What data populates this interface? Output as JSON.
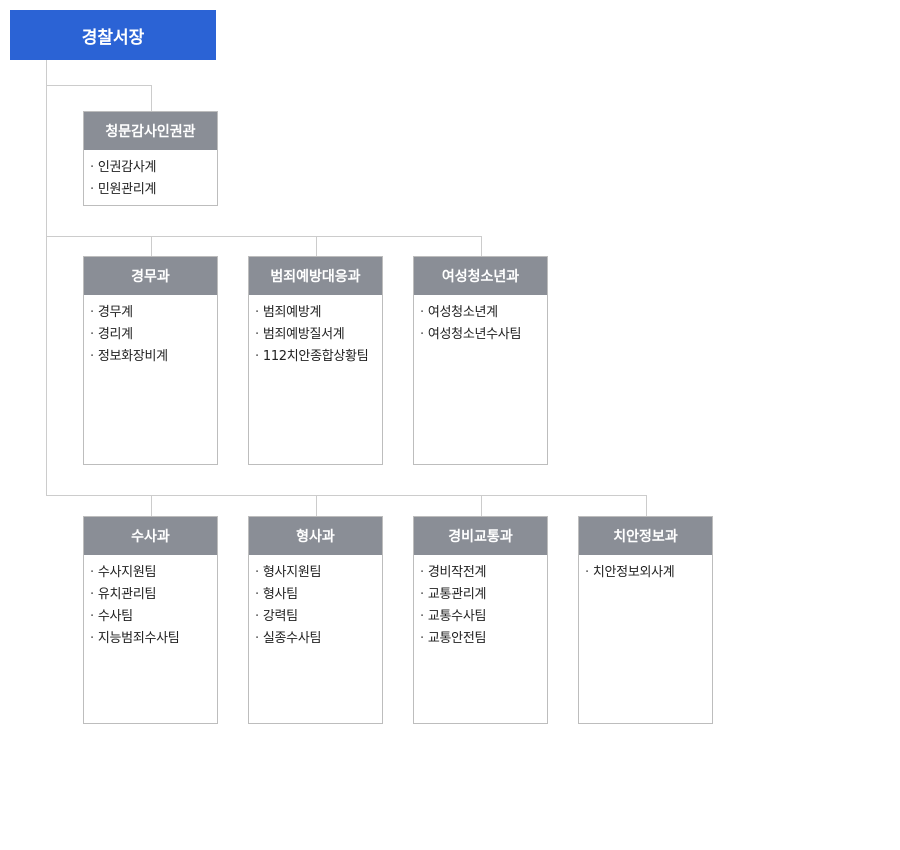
{
  "chief": {
    "title": "경찰서장"
  },
  "bullet": "·",
  "rows": [
    {
      "departments": [
        {
          "name": "청문감사인권관",
          "units": [
            "인권감사계",
            "민원관리계"
          ]
        }
      ]
    },
    {
      "departments": [
        {
          "name": "경무과",
          "units": [
            "경무계",
            "경리계",
            "정보화장비계"
          ]
        },
        {
          "name": "범죄예방대응과",
          "units": [
            "범죄예방계",
            "범죄예방질서계",
            "112치안종합상황팀"
          ]
        },
        {
          "name": "여성청소년과",
          "units": [
            "여성청소년계",
            "여성청소년수사팀"
          ]
        }
      ]
    },
    {
      "departments": [
        {
          "name": "수사과",
          "units": [
            "수사지원팀",
            "유치관리팀",
            "수사팀",
            "지능범죄수사팀"
          ]
        },
        {
          "name": "형사과",
          "units": [
            "형사지원팀",
            "형사팀",
            "강력팀",
            "실종수사팀"
          ]
        },
        {
          "name": "경비교통과",
          "units": [
            "경비작전계",
            "교통관리계",
            "교통수사팀",
            "교통안전팀"
          ]
        },
        {
          "name": "치안정보과",
          "units": [
            "치안정보외사계"
          ]
        }
      ]
    }
  ]
}
